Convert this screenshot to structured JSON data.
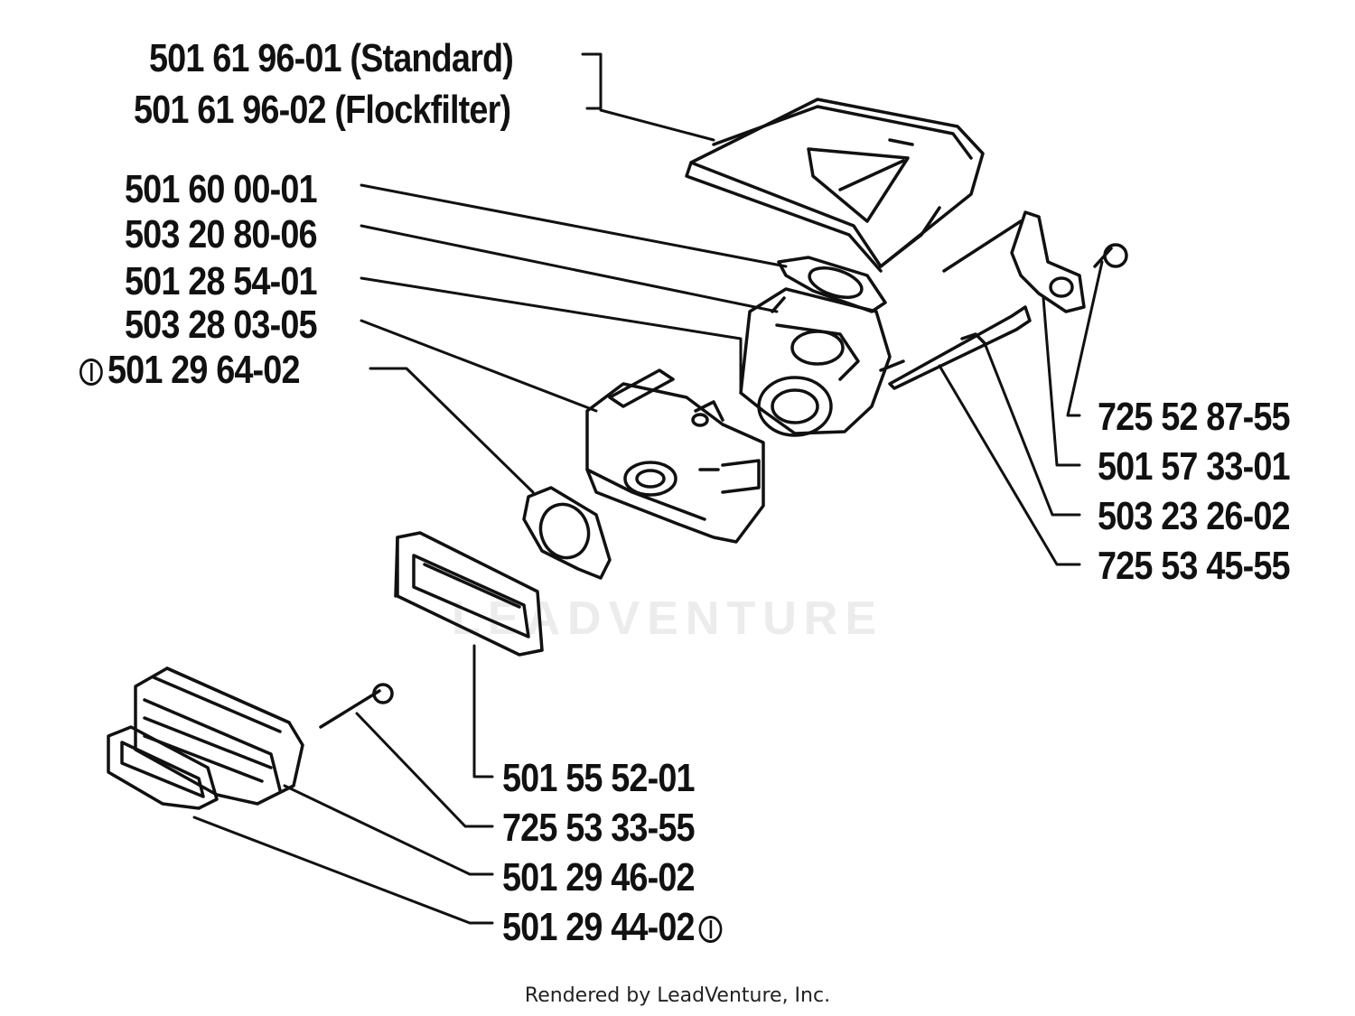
{
  "labels": {
    "air_filter_standard": "501 61 96-01 (Standard)",
    "air_filter_flock": "501 61 96-02 (Flockfilter)",
    "gasket_top": "501 60 00-01",
    "part_503_20_80_06": "503 20 80-06",
    "part_501_28_54_01": "501 28 54-01",
    "part_503_28_03_05": "503 28 03-05",
    "gasket_carb": "501 29 64-02",
    "part_725_52_87_55": "725 52 87-55",
    "part_501_57_33_01": "501 57 33-01",
    "part_503_23_26_02": "503 23 26-02",
    "part_725_53_45_55": "725 53 45-55",
    "part_501_55_52_01": "501 55 52-01",
    "part_725_53_33_55": "725 53 33-55",
    "part_501_29_46_02": "501 29 46-02",
    "part_501_29_44_02": "501 29 44-02"
  },
  "watermark": "LEADVENTURE",
  "footer": "Rendered by LeadVenture, Inc.",
  "colors": {
    "ink": "#111111",
    "watermark": "#ececec"
  }
}
